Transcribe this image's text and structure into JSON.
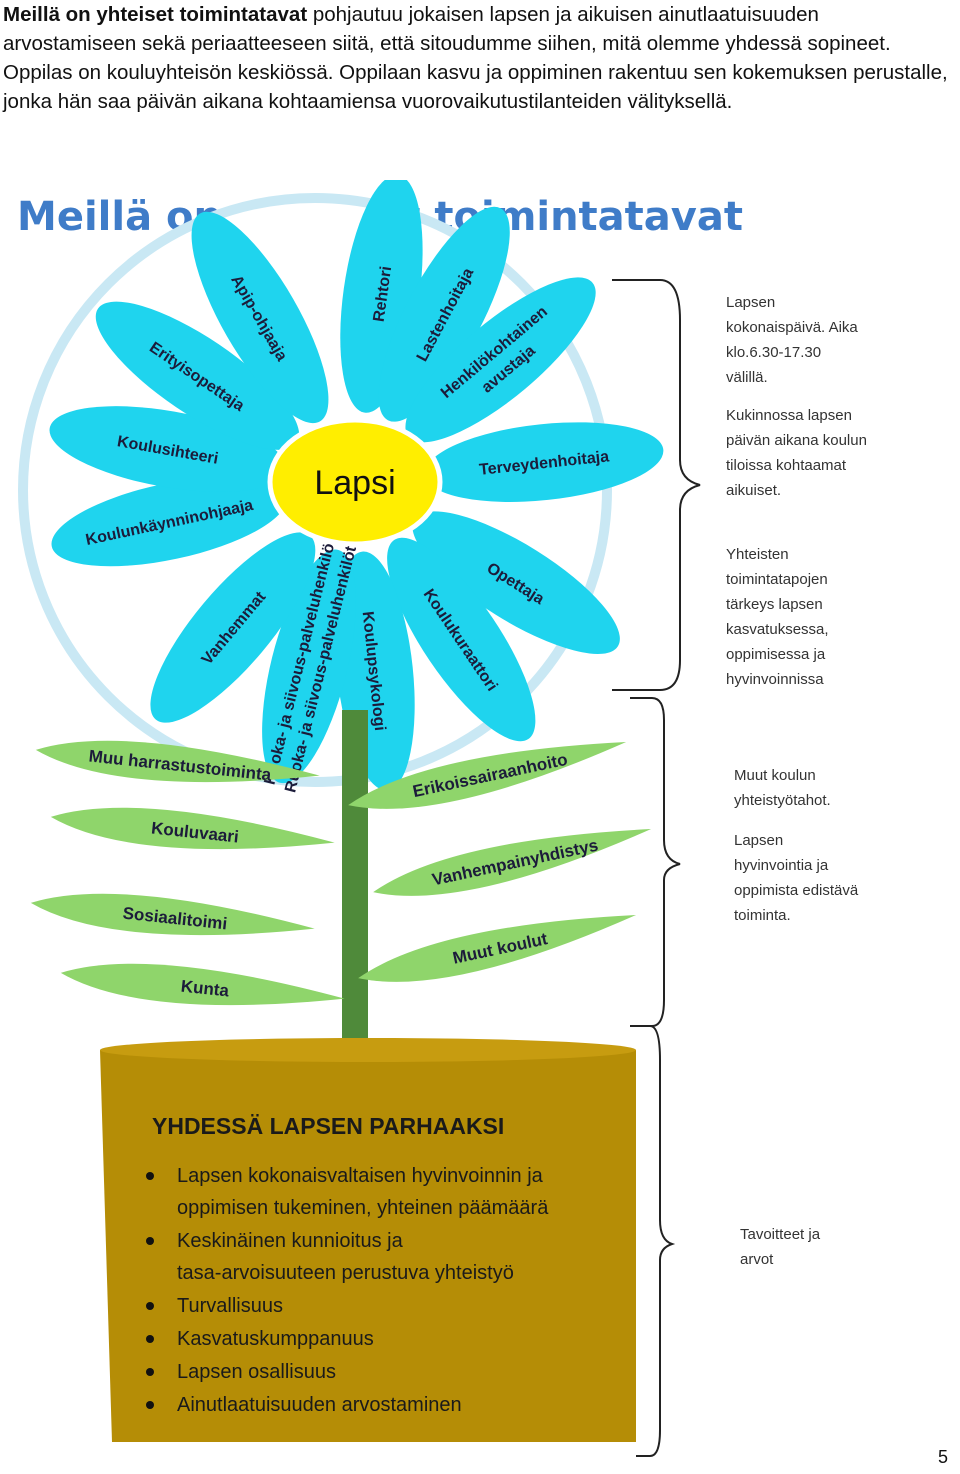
{
  "intro": {
    "bold": "Meillä on yhteiset toimintatavat",
    "text": " pohjautuu jokaisen lapsen ja aikuisen ainutlaatuisuuden arvostamiseen sekä periaatteeseen siitä, että sitoudumme siihen, mitä olemme yhdessä sopineet. Oppilas on kouluyhteisön keskiössä. Oppilaan kasvu ja oppiminen rakentuu sen kokemuksen perustalle, jonka hän saa päivän aikana kohtaamiensa vuorovaikutustilanteiden välityksellä."
  },
  "diagram": {
    "title": "Meillä on yhteiset toimintatavat",
    "center": "Lapsi",
    "petals": [
      "Rehtori",
      "Lastenhoitaja",
      "Henkilökohtainen avustaja",
      "Terveydenhoitaja",
      "Opettaja",
      "Koulukuraattori",
      "Koulupsykologi",
      "Ruoka- ja siivous-palveluhenkilöt",
      "Vanhemmat",
      "Koulunkäynninohjaaja",
      "Koulusihteeri",
      "Erityisopettaja",
      "Apip-ohjaaja"
    ],
    "leaves_left": [
      "Muu harrastustoiminta",
      "Kouluvaari",
      "Sosiaalitoimi",
      "Kunta"
    ],
    "leaves_right": [
      "Erikoissairaanhoito",
      "Vanhempainyhdistys",
      "Muut koulut"
    ],
    "pot": {
      "title": "YHDESSÄ LAPSEN PARHAAKSI",
      "items": [
        "Lapsen kokonaisvaltaisen hyvinvoinnin ja oppimisen tukeminen, yhteinen päämäärä",
        "Keskinäinen kunnioitus ja tasa-arvoisuuteen perustuva yhteistyö",
        "Turvallisuus",
        "Kasvatuskumppanuus",
        "Lapsen osallisuus",
        "Ainutlaatuisuuden arvostaminen"
      ]
    },
    "notes": {
      "flower_1": "Lapsen kokonaispäivä. Aika klo.6.30-17.30 välillä.",
      "flower_2": "Kukinnossa lapsen päivän aikana koulun tiloissa kohtaamat aikuiset.",
      "flower_3": "Yhteisten toimintatapojen tärkeys lapsen kasvatuksessa, oppimisessa ja hyvinvoinnissa",
      "leaves_1": "Muut koulun yhteistyötahot.",
      "leaves_2": "Lapsen hyvinvointia ja oppimista edistävä toiminta.",
      "pot_1": "Tavoitteet ja arvot"
    }
  },
  "page_number": "5",
  "colors": {
    "petal": "#1fd4ee",
    "center": "#ffee00",
    "leaf": "#8fd56b",
    "stem": "#4f8a3a",
    "pot": "#b58d06",
    "title": "#3f7cc8",
    "circle": "#c9e8f4"
  }
}
